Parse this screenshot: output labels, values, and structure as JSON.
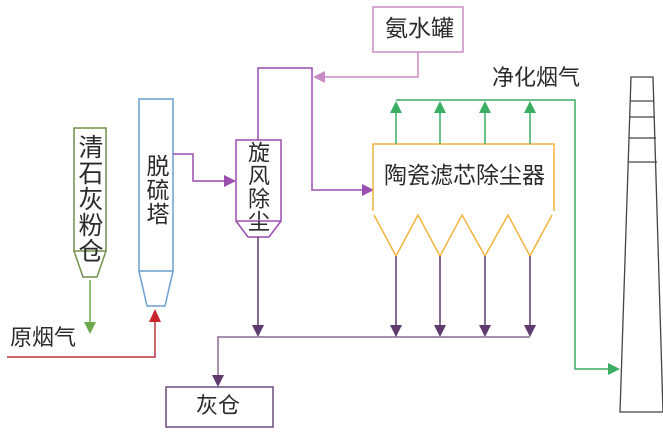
{
  "diagram": {
    "title": "",
    "nodes": {
      "lime_silo": {
        "label": "清石灰粉仓"
      },
      "desulfurization_tower": {
        "label": "脱硫塔"
      },
      "cyclone": {
        "label": "旋风除尘"
      },
      "ammonia_tank": {
        "label": "氨水罐"
      },
      "ceramic_filter": {
        "label": "陶瓷滤芯除尘器"
      },
      "ash_silo": {
        "label": "灰仓"
      },
      "chimney": {
        "label": ""
      }
    },
    "flow_labels": {
      "raw_flue_gas": "原烟气",
      "clean_flue_gas": "净化烟气"
    },
    "edges": [
      {
        "from": "lime_silo",
        "to": "desulfurization_tower",
        "kind": "lime feed"
      },
      {
        "from": "raw_flue_gas",
        "to": "desulfurization_tower",
        "kind": "raw flue gas"
      },
      {
        "from": "desulfurization_tower",
        "to": "cyclone",
        "kind": "flue gas"
      },
      {
        "from": "cyclone",
        "to": "ceramic_filter",
        "kind": "flue gas"
      },
      {
        "from": "ammonia_tank",
        "to": "cyclone_outlet_duct",
        "kind": "ammonia injection"
      },
      {
        "from": "ceramic_filter",
        "to": "chimney",
        "kind": "clean flue gas"
      },
      {
        "from": "cyclone",
        "to": "ash_silo",
        "kind": "ash"
      },
      {
        "from": "ceramic_filter",
        "to": "ash_silo",
        "kind": "ash"
      }
    ],
    "colors": {
      "lime_silo": "#6f8f4a",
      "desulfurization_tower": "#6a9fd0",
      "raw_flue_gas": "#b8343f",
      "lime_feed": "#6aaa4a",
      "cyclone": "#9b4db0",
      "ammonia": "#c98cc4",
      "ceramic_filter": "#f0b43c",
      "clean_gas": "#3cae64",
      "ash": "#5e3a6e",
      "ash_silo": "#6b4a7c",
      "chimney": "#444444",
      "text": "#2b2b2b"
    }
  }
}
